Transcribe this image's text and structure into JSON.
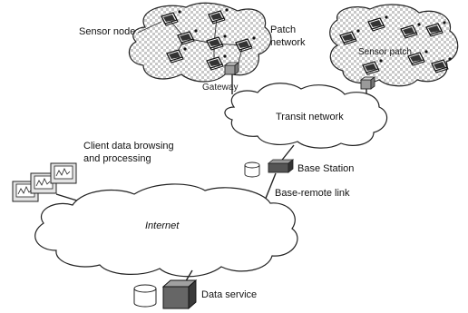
{
  "labels": {
    "sensor_node": "Sensor node",
    "patch_network_1": "Patch",
    "patch_network_2": "network",
    "gateway": "Gateway",
    "sensor_patch": "Sensor patch",
    "transit_network": "Transit network",
    "client_1": "Client data browsing",
    "client_2": "and processing",
    "base_station": "Base Station",
    "base_remote_link": "Base-remote link",
    "internet": "Internet",
    "data_service": "Data service"
  },
  "colors": {
    "checker_light": "#ffffff",
    "checker_dark": "#c8c8c8",
    "box_dark": "#555555",
    "box_mid": "#9a9a9a",
    "line": "#222222"
  },
  "icons": {
    "sensor_node": "sensor-node-icon",
    "gateway": "gateway-box-icon",
    "base_station": "base-station-icon",
    "client": "monitor-icon",
    "data_service": "server-cube-icon",
    "storage": "database-cylinder-icon"
  }
}
